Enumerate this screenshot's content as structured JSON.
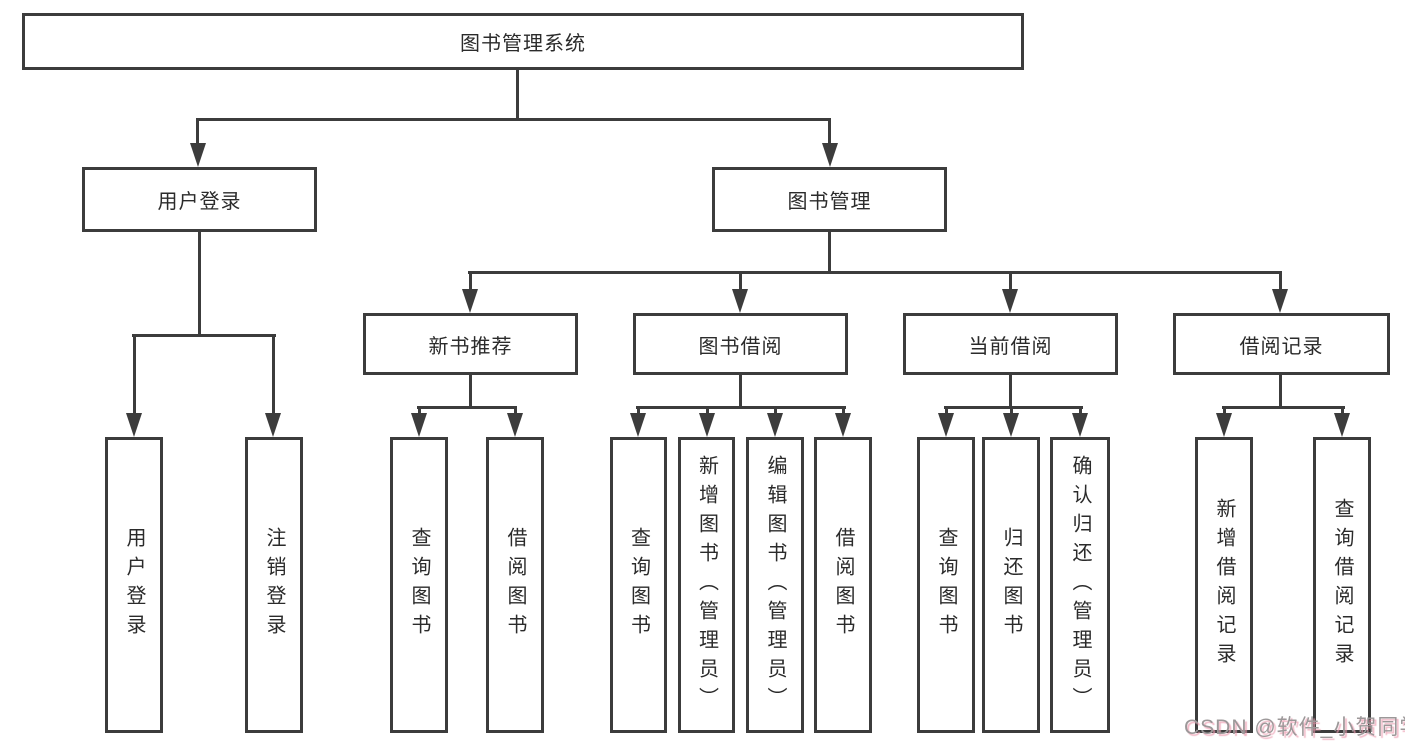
{
  "diagram": {
    "root": {
      "label": "图书管理系统"
    },
    "level2": [
      {
        "label": "用户登录"
      },
      {
        "label": "图书管理"
      }
    ],
    "level3": [
      {
        "label": "新书推荐"
      },
      {
        "label": "图书借阅"
      },
      {
        "label": "当前借阅"
      },
      {
        "label": "借阅记录"
      }
    ],
    "leaves": {
      "user_login": [
        "用户登录",
        "注销登录"
      ],
      "new_book": [
        "查询图书",
        "借阅图书"
      ],
      "borrow": [
        "查询图书",
        "新增图书（管理员）",
        "编辑图书（管理员）",
        "借阅图书"
      ],
      "current": [
        "查询图书",
        "归还图书",
        "确认归还（管理员）"
      ],
      "records": [
        "新增借阅记录",
        "查询借阅记录"
      ]
    }
  },
  "watermark": "CSDN @软件_小贺同学",
  "colors": {
    "line": "#3c3c3c",
    "text": "#2b2b2b",
    "watermark_gray": "#9c9899",
    "watermark_pink": "#ec9eb1"
  }
}
